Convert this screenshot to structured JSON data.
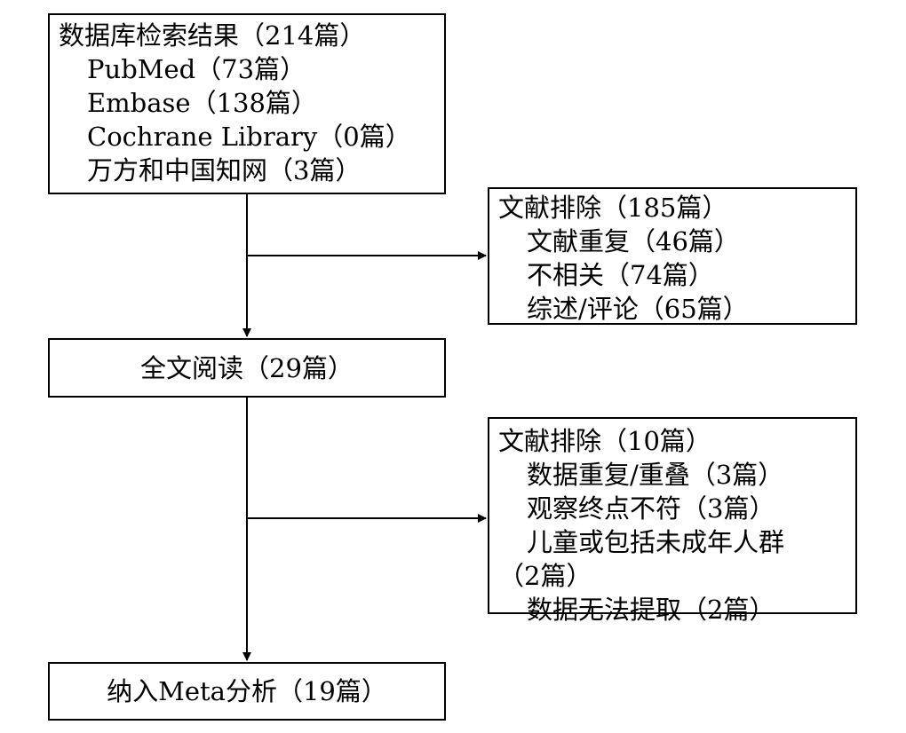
{
  "search_box": {
    "title": "数据库检索结果（214篇）",
    "items": [
      "PubMed（73篇）",
      "Embase（138篇）",
      "Cochrane Library（0篇）",
      "万方和中国知网（3篇）"
    ]
  },
  "exclusion_1": {
    "title": "文献排除（185篇）",
    "items": [
      "文献重复（46篇）",
      "不相关（74篇）",
      "综述/评论（65篇）"
    ]
  },
  "fulltext_box": {
    "label": "全文阅读（29篇）"
  },
  "exclusion_2": {
    "title": "文献排除（10篇）",
    "items": [
      "数据重复/重叠（3篇）",
      "观察终点不符（3篇）",
      "儿童或包括未成年人群",
      "（2篇）",
      "数据无法提取（2篇）"
    ]
  },
  "final_box": {
    "label": "纳入Meta分析（19篇）"
  }
}
